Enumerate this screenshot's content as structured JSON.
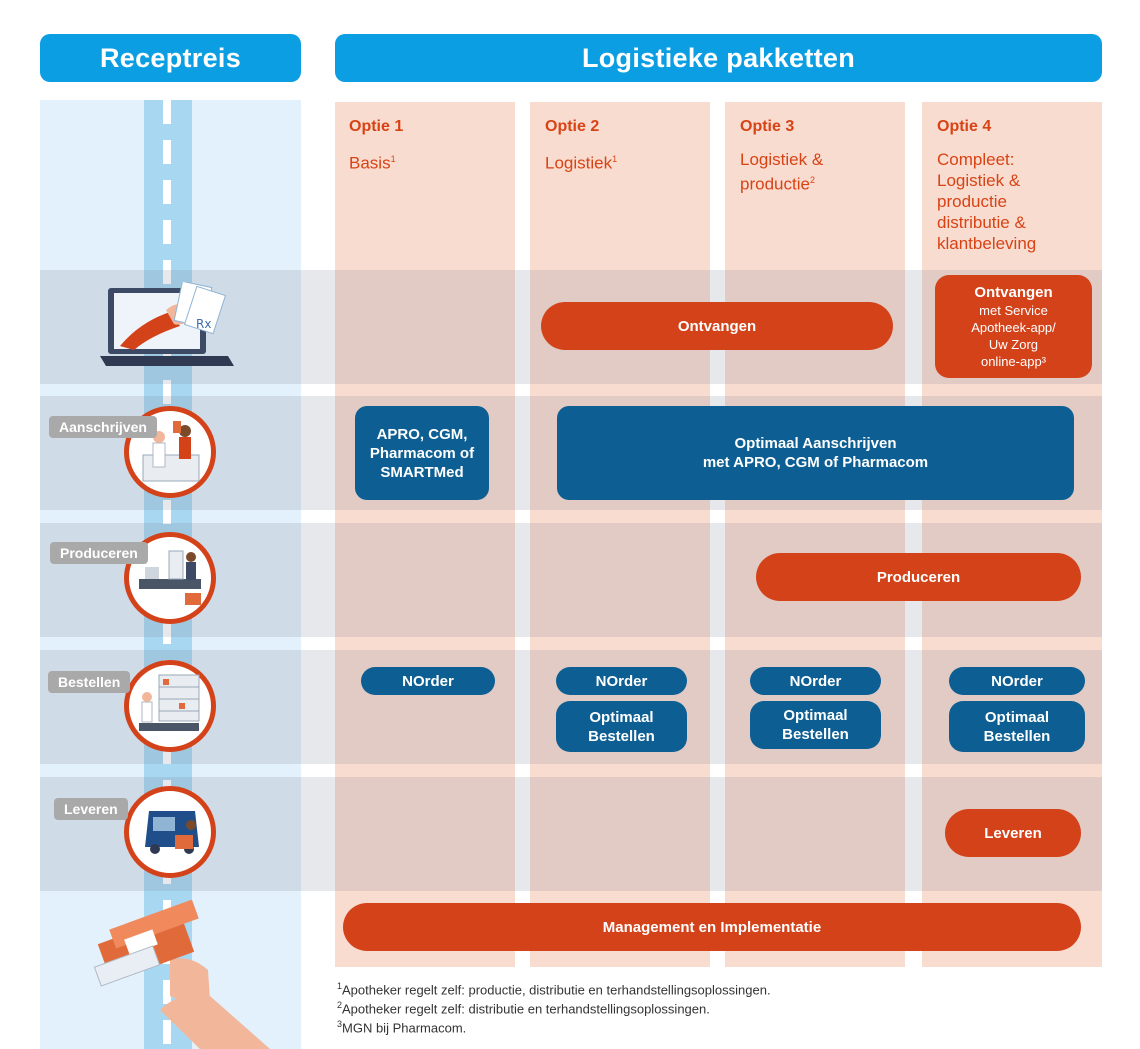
{
  "header": {
    "left_title": "Receptreis",
    "right_title": "Logistieke pakketten"
  },
  "options": [
    {
      "title": "Optie 1",
      "subtitle": "Basis",
      "sup": "1"
    },
    {
      "title": "Optie 2",
      "subtitle": "Logistiek",
      "sup": "1"
    },
    {
      "title": "Optie 3",
      "subtitle": "Logistiek &\nproductie",
      "sup": "2"
    },
    {
      "title": "Optie 4",
      "subtitle": "Compleet:\nLogistiek &\nproductie\ndistributie &\nklantbeleving",
      "sup": ""
    }
  ],
  "stages": [
    "Aanschrijven",
    "Produceren",
    "Bestellen",
    "Leveren"
  ],
  "pills": {
    "ontvangen": "Ontvangen",
    "ontvangen_service_title": "Ontvangen",
    "ontvangen_service_body": "met Service\nApotheek-app/\nUw Zorg\nonline-app³",
    "apro_basic": "APRO, CGM,\nPharmacom of\nSMARTMed",
    "optimaal_aanschrijven": "Optimaal Aanschrijven\nmet APRO, CGM of Pharmacom",
    "produceren": "Produceren",
    "norder": "NOrder",
    "optimaal_bestellen": "Optimaal\nBestellen",
    "leveren": "Leveren",
    "management": "Management en Implementatie"
  },
  "footnotes": [
    {
      "sup": "1",
      "text": "Apotheker regelt zelf: productie, distributie en terhandstellingsoplossingen."
    },
    {
      "sup": "2",
      "text": "Apotheker regelt zelf: distributie en terhandstellingsoplossingen."
    },
    {
      "sup": "3",
      "text": "MGN bij Pharmacom."
    }
  ],
  "colors": {
    "header_blue": "#0b9ee2",
    "accent_orange": "#d4421a",
    "dark_blue": "#0d5f93",
    "column_peach": "#f9dcd0",
    "lane_light_blue": "#e2f1fb"
  }
}
